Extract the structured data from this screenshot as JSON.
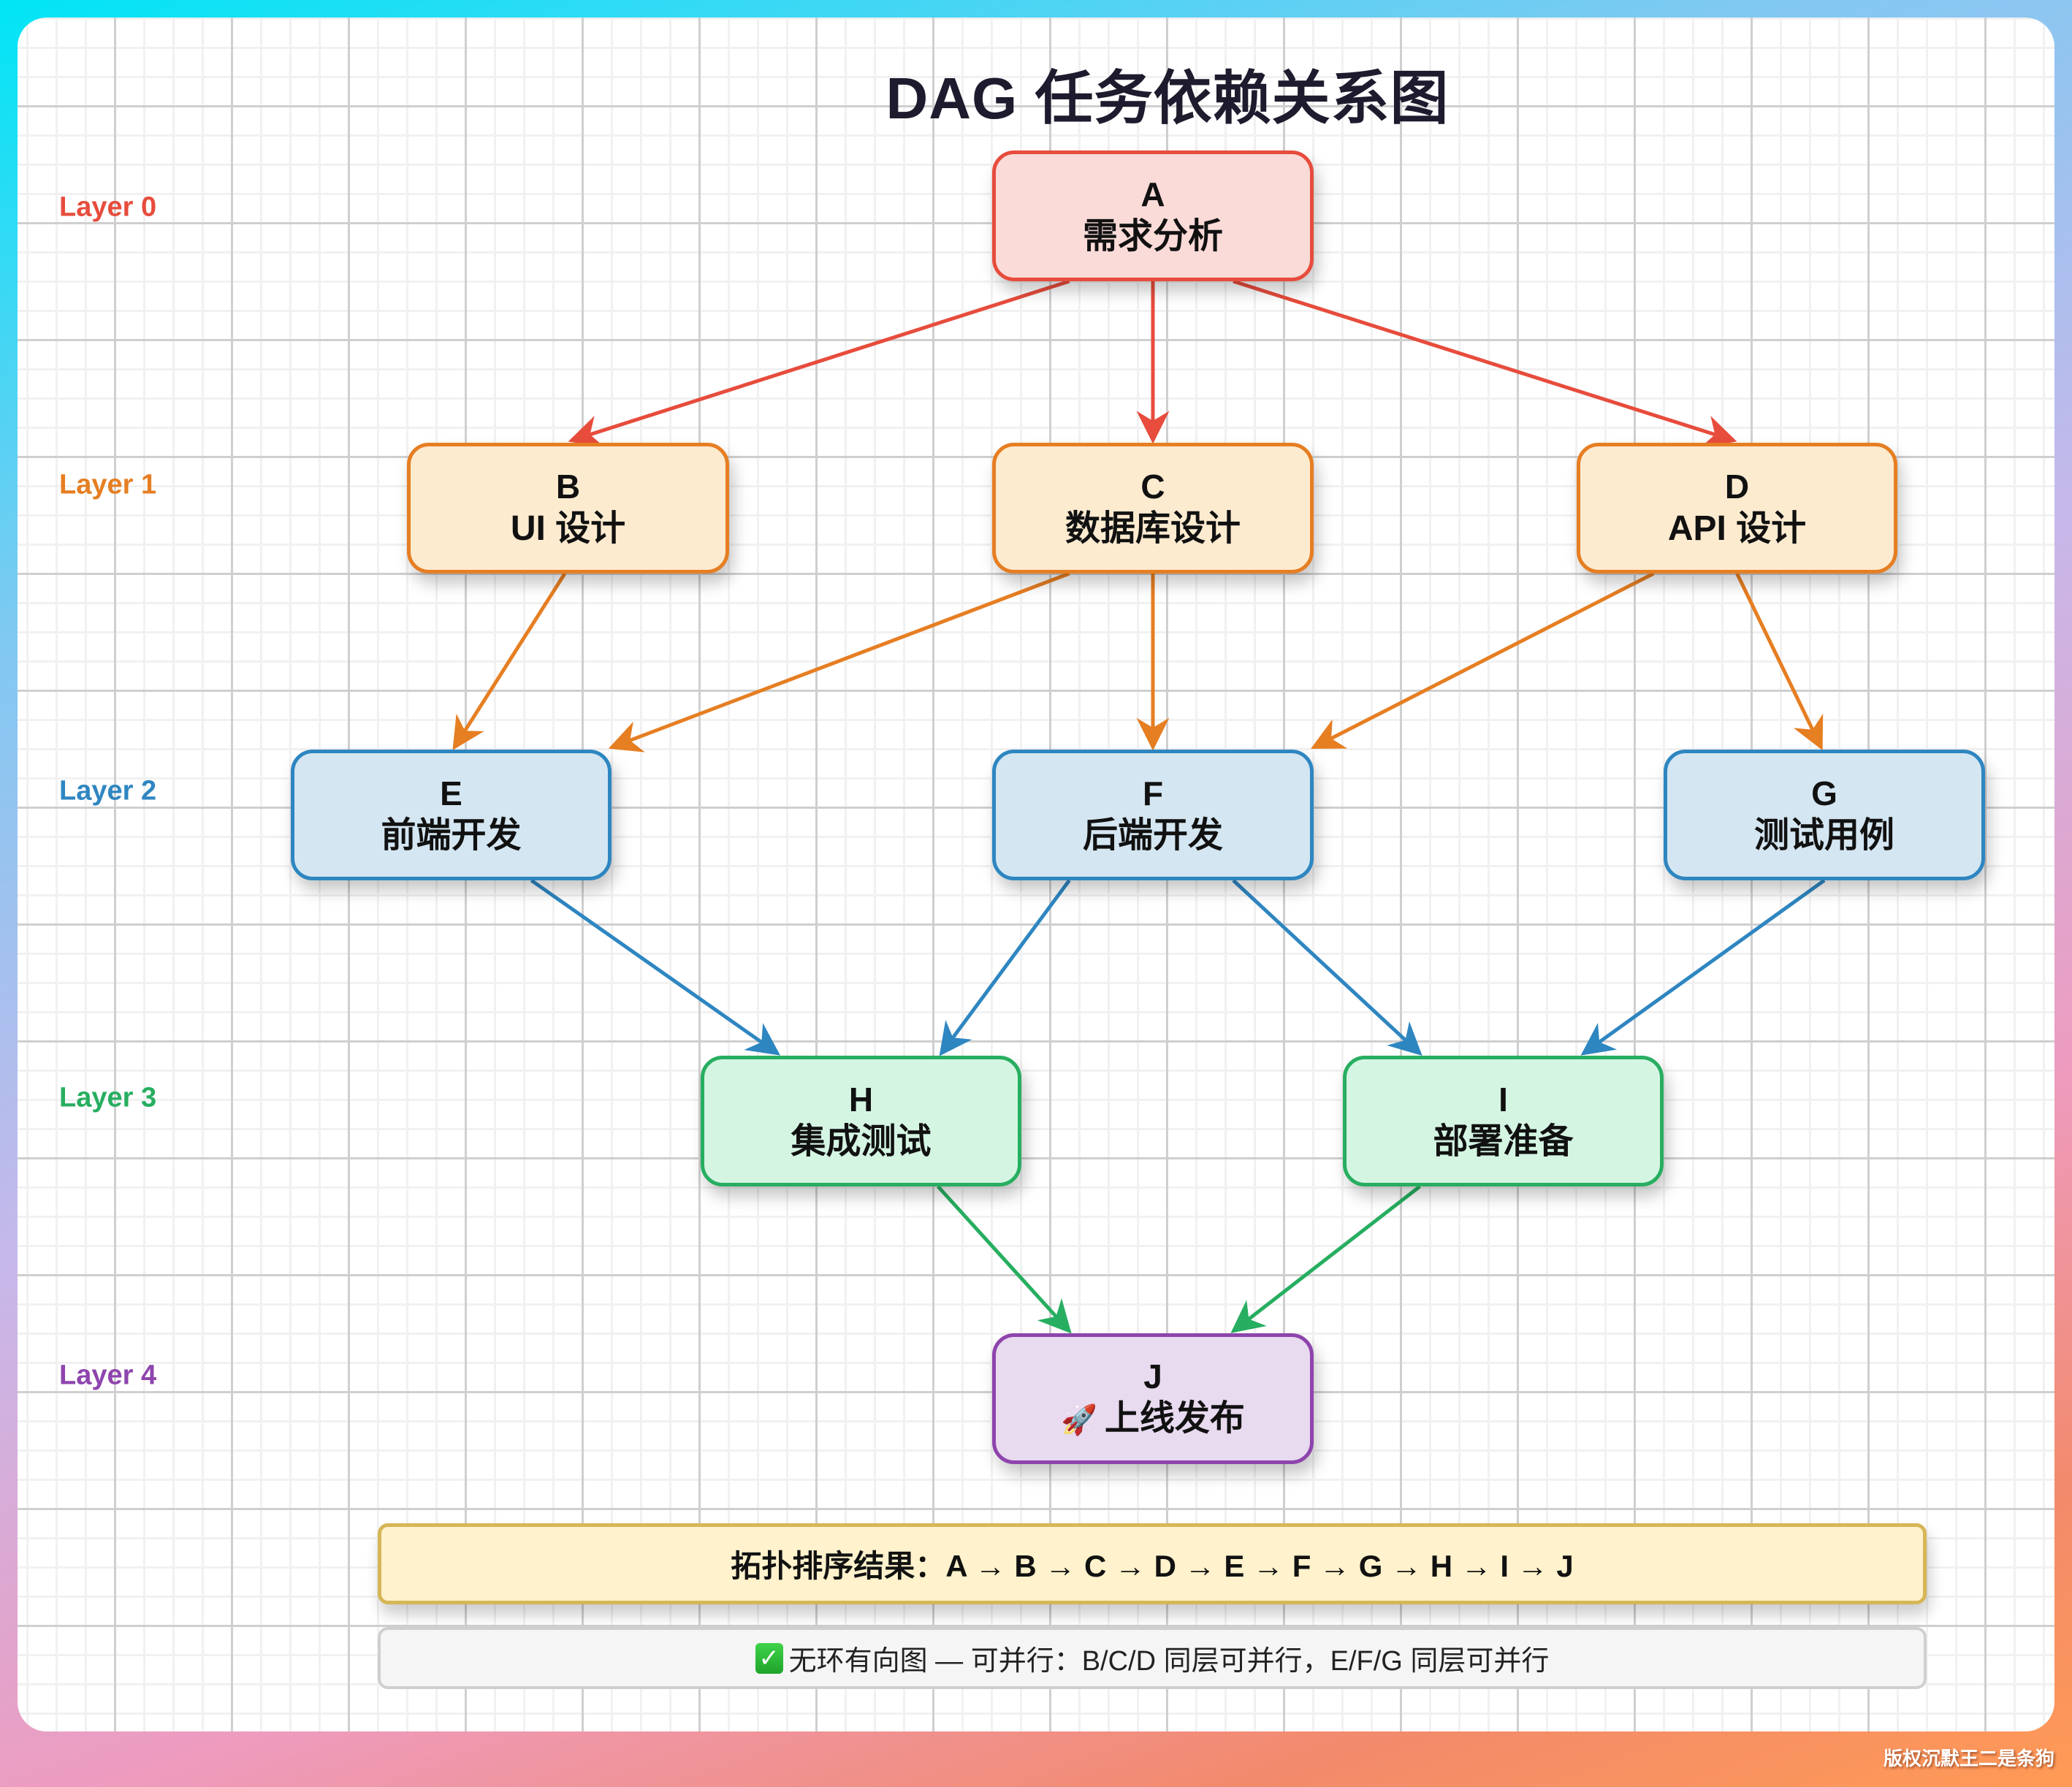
{
  "title": "DAG 任务依赖关系图",
  "layers": [
    {
      "label": "Layer 0",
      "color": "#e74c3c"
    },
    {
      "label": "Layer 1",
      "color": "#e67e22"
    },
    {
      "label": "Layer 2",
      "color": "#2e86c1"
    },
    {
      "label": "Layer 3",
      "color": "#27ae60"
    },
    {
      "label": "Layer 4",
      "color": "#8e44ad"
    }
  ],
  "styles": {
    "layer0": {
      "fill": "#fadbd8",
      "stroke": "#e74c3c"
    },
    "layer1": {
      "fill": "#fdebd0",
      "stroke": "#e67e22"
    },
    "layer2": {
      "fill": "#d4e6f1",
      "stroke": "#2e86c1"
    },
    "layer3": {
      "fill": "#d5f5e3",
      "stroke": "#27ae60"
    },
    "layer4": {
      "fill": "#e8daef",
      "stroke": "#8e44ad"
    }
  },
  "nodes": {
    "A": {
      "id": "A",
      "name": "需求分析",
      "layer": 0
    },
    "B": {
      "id": "B",
      "name": "UI 设计",
      "layer": 1
    },
    "C": {
      "id": "C",
      "name": "数据库设计",
      "layer": 1
    },
    "D": {
      "id": "D",
      "name": "API 设计",
      "layer": 1
    },
    "E": {
      "id": "E",
      "name": "前端开发",
      "layer": 2
    },
    "F": {
      "id": "F",
      "name": "后端开发",
      "layer": 2
    },
    "G": {
      "id": "G",
      "name": "测试用例",
      "layer": 2
    },
    "H": {
      "id": "H",
      "name": "集成测试",
      "layer": 3
    },
    "I": {
      "id": "I",
      "name": "部署准备",
      "layer": 3
    },
    "J": {
      "id": "J",
      "name": "上线发布",
      "icon": "rocket-icon",
      "layer": 4
    }
  },
  "edges": [
    {
      "from": "A",
      "to": "B"
    },
    {
      "from": "A",
      "to": "C"
    },
    {
      "from": "A",
      "to": "D"
    },
    {
      "from": "B",
      "to": "E"
    },
    {
      "from": "C",
      "to": "E"
    },
    {
      "from": "C",
      "to": "F"
    },
    {
      "from": "D",
      "to": "F"
    },
    {
      "from": "D",
      "to": "G"
    },
    {
      "from": "E",
      "to": "H"
    },
    {
      "from": "F",
      "to": "H"
    },
    {
      "from": "F",
      "to": "I"
    },
    {
      "from": "G",
      "to": "I"
    },
    {
      "from": "H",
      "to": "J"
    },
    {
      "from": "I",
      "to": "J"
    }
  ],
  "topo_result": "拓扑排序结果：A → B → C → D → E → F → G → H → I → J",
  "note": {
    "icon": "check-mark-icon",
    "text": "无环有向图 — 可并行：B/C/D 同层可并行，E/F/G 同层可并行"
  },
  "watermark": "版权沉默王二是条狗"
}
